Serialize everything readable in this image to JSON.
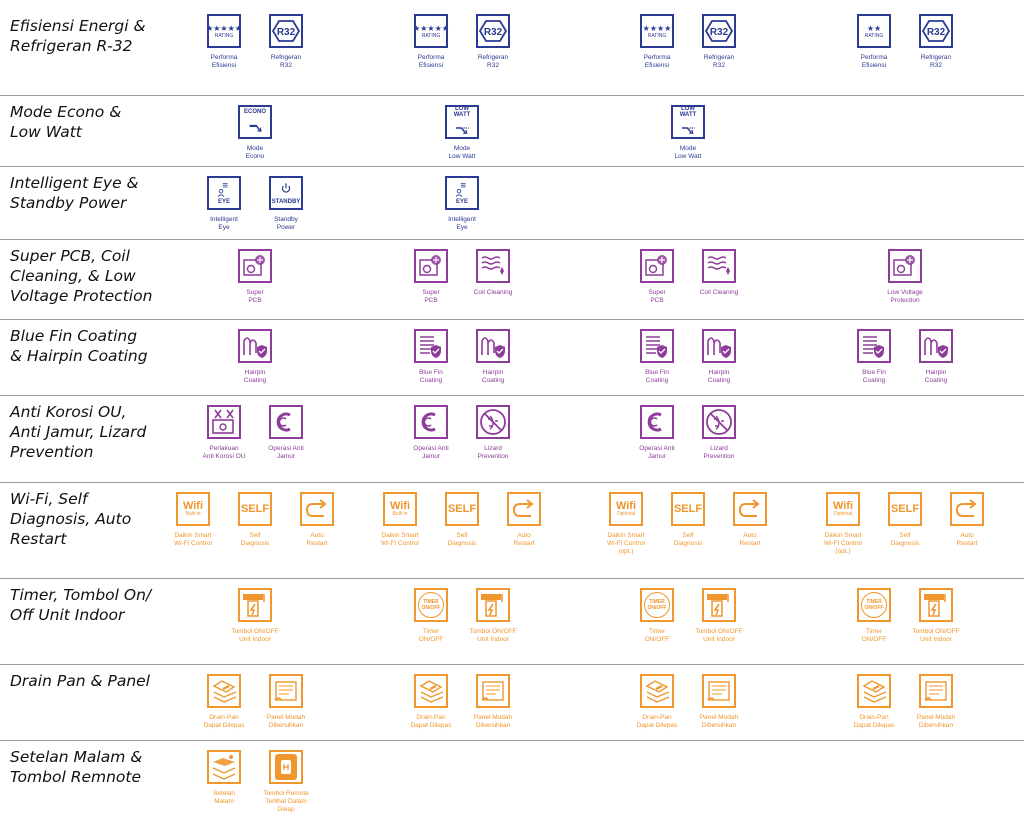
{
  "colors": {
    "blue": "#2b3a92",
    "purple": "#8e3c9a",
    "orange": "#f0962e",
    "divider": "#9a9a9a"
  },
  "rows": [
    {
      "title": "Efisiensi Energi &\nRefrigeran R-32",
      "theme": "blue",
      "cols": [
        [
          {
            "icon": "rating-icon",
            "stars": "★★★★★",
            "label": "Performa\nEfisiensi"
          },
          {
            "icon": "r32-icon",
            "label": "Refrigeran\nR32"
          }
        ],
        [
          {
            "icon": "rating-icon",
            "stars": "★★★★★",
            "label": "Performa\nEfisiensi"
          },
          {
            "icon": "r32-icon",
            "label": "Refrigeran\nR32"
          }
        ],
        [
          {
            "icon": "rating-icon",
            "stars": "★★★★",
            "label": "Performa\nEfisiensi"
          },
          {
            "icon": "r32-icon",
            "label": "Refrigeran\nR32"
          }
        ],
        [
          {
            "icon": "rating-icon",
            "stars": "★★",
            "label": "Performa\nEfisiensi"
          },
          {
            "icon": "r32-icon",
            "label": "Refrigeran\nR32"
          }
        ]
      ]
    },
    {
      "title": "Mode Econo &\nLow Watt",
      "theme": "blue",
      "cols": [
        [
          {
            "icon": "econo-icon",
            "tag": "ECONO",
            "label": "Mode\nEcono"
          }
        ],
        [
          {
            "icon": "low-watt-icon",
            "tag": "LOW WATT",
            "label": "Mode\nLow Watt"
          }
        ],
        [
          {
            "icon": "low-watt-icon",
            "tag": "LOW WATT",
            "label": "Mode\nLow Watt"
          }
        ],
        []
      ]
    },
    {
      "title": "Intelligent Eye &\nStandby Power",
      "theme": "blue",
      "cols": [
        [
          {
            "icon": "eye-icon",
            "tag": "EYE",
            "label": "Intelligent\nEye"
          },
          {
            "icon": "standby-icon",
            "tag": "STANDBY",
            "label": "Standby\nPower"
          }
        ],
        [
          {
            "icon": "eye-icon",
            "tag": "EYE",
            "label": "Intelligent\nEye"
          }
        ],
        [],
        []
      ]
    },
    {
      "title": "Super PCB, Coil\nCleaning, & Low\nVoltage Protection",
      "theme": "purple",
      "cols": [
        [
          {
            "icon": "pcb-icon",
            "label": "Super\nPCB"
          }
        ],
        [
          {
            "icon": "pcb-icon",
            "label": "Super\nPCB"
          },
          {
            "icon": "coil-icon",
            "label": "Coil Cleaning"
          }
        ],
        [
          {
            "icon": "pcb-icon",
            "label": "Super\nPCB"
          },
          {
            "icon": "coil-icon",
            "label": "Coil Cleaning"
          }
        ],
        [
          {
            "icon": "pcb-icon",
            "label": "Low Voltage\nProtection"
          }
        ]
      ]
    },
    {
      "title": "Blue Fin Coating\n& Hairpin Coating",
      "theme": "purple",
      "cols": [
        [
          {
            "icon": "hairpin-icon",
            "label": "Hairpin\nCoating"
          }
        ],
        [
          {
            "icon": "bluefin-icon",
            "label": "Blue Fin\nCoating"
          },
          {
            "icon": "hairpin-icon",
            "label": "Hairpin\nCoating"
          }
        ],
        [
          {
            "icon": "bluefin-icon",
            "label": "Blue Fin\nCoating"
          },
          {
            "icon": "hairpin-icon",
            "label": "Hairpin\nCoating"
          }
        ],
        [
          {
            "icon": "bluefin-icon",
            "label": "Blue Fin\nCoating"
          },
          {
            "icon": "hairpin-icon",
            "label": "Hairpin\nCoating"
          }
        ]
      ]
    },
    {
      "title": "Anti Korosi OU,\nAnti Jamur, Lizard\nPrevention",
      "theme": "purple",
      "cols": [
        [
          {
            "icon": "anti-corrosion-icon",
            "label": "Perlakuan\nAnti Korosi OU"
          },
          {
            "icon": "anti-mold-icon",
            "label": "Operasi Anti\nJamur"
          }
        ],
        [
          {
            "icon": "anti-mold-icon",
            "label": "Operasi Anti\nJamur"
          },
          {
            "icon": "lizard-icon",
            "label": "Lizard\nPrevention"
          }
        ],
        [
          {
            "icon": "anti-mold-icon",
            "label": "Operasi Anti\nJamur"
          },
          {
            "icon": "lizard-icon",
            "label": "Lizard\nPrevention"
          }
        ],
        []
      ]
    },
    {
      "title": "Wi-Fi, Self\nDiagnosis, Auto\nRestart",
      "theme": "orange",
      "cols": [
        [
          {
            "icon": "wifi-icon",
            "tag": "Wifi",
            "sub": "Built in",
            "label": "Daikin Smart\nWi-Fi Control"
          },
          {
            "icon": "self-diagnosis-icon",
            "tag": "SELF",
            "label": "Self\nDiagnosis"
          },
          {
            "icon": "auto-restart-icon",
            "label": "Auto\nRestart"
          }
        ],
        [
          {
            "icon": "wifi-icon",
            "tag": "Wifi",
            "sub": "Built in",
            "label": "Daikin Smart\nWi-Fi Control"
          },
          {
            "icon": "self-diagnosis-icon",
            "tag": "SELF",
            "label": "Self\nDiagnosis"
          },
          {
            "icon": "auto-restart-icon",
            "label": "Auto\nRestart"
          }
        ],
        [
          {
            "icon": "wifi-icon",
            "tag": "Wifi",
            "sub": "Optional",
            "label": "Daikin Smart\nWi-Fi Control\n(opt.)"
          },
          {
            "icon": "self-diagnosis-icon",
            "tag": "SELF",
            "label": "Self\nDiagnosis"
          },
          {
            "icon": "auto-restart-icon",
            "label": "Auto\nRestart"
          }
        ],
        [
          {
            "icon": "wifi-icon",
            "tag": "Wifi",
            "sub": "Optional",
            "label": "Daikin Smart\nWi-Fi Control\n(opt.)"
          },
          {
            "icon": "self-diagnosis-icon",
            "tag": "SELF",
            "label": "Self\nDiagnosis"
          },
          {
            "icon": "auto-restart-icon",
            "label": "Auto\nRestart"
          }
        ]
      ]
    },
    {
      "title": "Timer, Tombol On/\nOff Unit Indoor",
      "theme": "orange",
      "cols": [
        [
          {
            "icon": "indoor-switch-icon",
            "label": "Tombol ON/OFF\nUnit Indoor"
          }
        ],
        [
          {
            "icon": "timer-icon",
            "tag": "TIMER\nON/OFF",
            "label": "Timer\nON/OFF"
          },
          {
            "icon": "indoor-switch-icon",
            "label": "Tombol ON/OFF\nUnit Indoor"
          }
        ],
        [
          {
            "icon": "timer-icon",
            "tag": "TIMER\nON/OFF",
            "label": "Timer\nON/OFF"
          },
          {
            "icon": "indoor-switch-icon",
            "label": "Tombol ON/OFF\nUnit Indoor"
          }
        ],
        [
          {
            "icon": "timer-icon",
            "tag": "TIMER\nON/OFF",
            "label": "Timer\nON/OFF"
          },
          {
            "icon": "indoor-switch-icon",
            "label": "Tombol ON/OFF\nUnit Indoor"
          }
        ]
      ]
    },
    {
      "title": "Drain Pan & Panel",
      "theme": "orange",
      "cols": [
        [
          {
            "icon": "drain-pan-icon",
            "label": "Drain-Pan\nDapat Dilepas"
          },
          {
            "icon": "panel-icon",
            "label": "Panel Mudah\nDibersihkan"
          }
        ],
        [
          {
            "icon": "drain-pan-icon",
            "label": "Drain-Pan\nDapat Dilepas"
          },
          {
            "icon": "panel-icon",
            "label": "Panel Mudah\nDibersihkan"
          }
        ],
        [
          {
            "icon": "drain-pan-icon",
            "label": "Drain-Pan\nDapat Dilepas"
          },
          {
            "icon": "panel-icon",
            "label": "Panel Mudah\nDibersihkan"
          }
        ],
        [
          {
            "icon": "drain-pan-icon",
            "label": "Drain-Pan\nDapat Dilepas"
          },
          {
            "icon": "panel-icon",
            "label": "Panel Mudah\nDibersihkan"
          }
        ]
      ]
    },
    {
      "title": "Setelan Malam &\nTombol Remnote",
      "theme": "orange",
      "cols": [
        [
          {
            "icon": "night-setting-icon",
            "label": "Setelan\nMalam"
          },
          {
            "icon": "glow-remote-icon",
            "label": "Tombol Remote\nTerlihat Dalam Gelap"
          }
        ],
        [],
        [],
        []
      ]
    }
  ]
}
